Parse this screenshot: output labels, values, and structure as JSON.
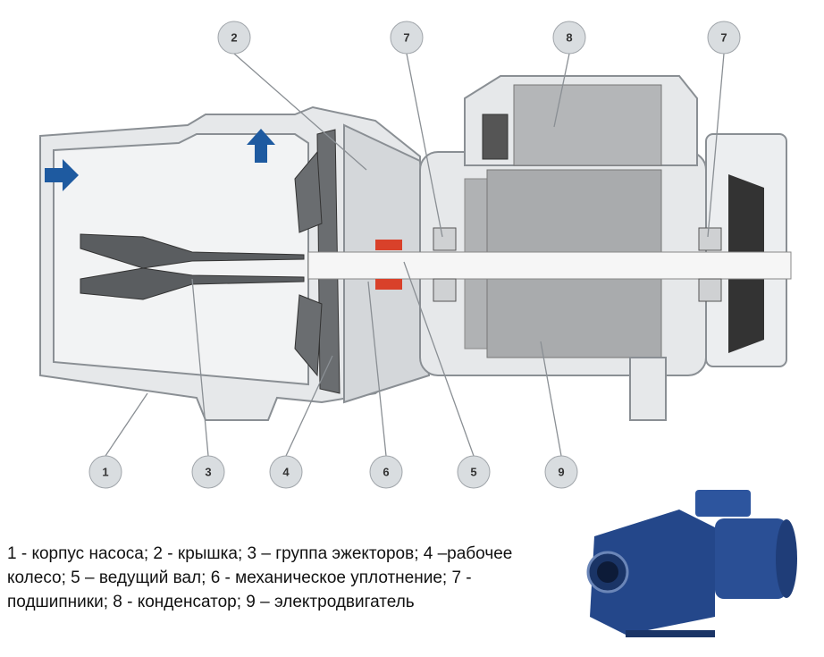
{
  "diagram": {
    "callouts": [
      {
        "id": "1",
        "label": "1"
      },
      {
        "id": "2",
        "label": "2"
      },
      {
        "id": "3",
        "label": "3"
      },
      {
        "id": "4",
        "label": "4"
      },
      {
        "id": "5",
        "label": "5"
      },
      {
        "id": "6",
        "label": "6"
      },
      {
        "id": "7a",
        "label": "7"
      },
      {
        "id": "7b",
        "label": "7"
      },
      {
        "id": "8",
        "label": "8"
      },
      {
        "id": "9",
        "label": "9"
      }
    ],
    "colors": {
      "housing": "#e4e6e8",
      "outline": "#8a8f94",
      "dark": "#4a4d50",
      "arrow": "#1e5aa0",
      "seal": "#d9412a",
      "motor": "#a9abad",
      "pump_photo": "#24478a"
    }
  },
  "legend": {
    "line1": "1 - корпус насоса; 2 - крышка; 3 – группа эжекторов; 4 –рабочее",
    "line2": "колесо; 5 – ведущий вал; 6 - механическое уплотнение; 7 -",
    "line3": "подшипники; 8 - конденсатор; 9 – электродвигатель"
  }
}
